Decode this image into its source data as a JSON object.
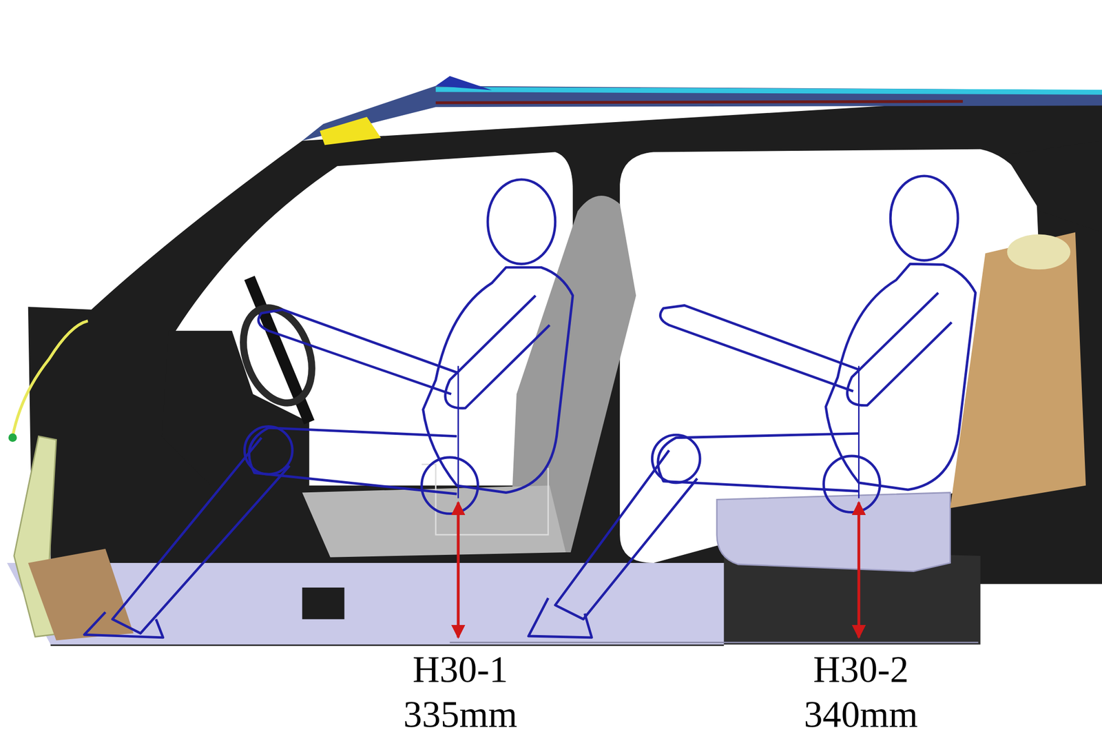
{
  "diagram": {
    "labels": [
      "H30-1",
      "335mm",
      "H30-2",
      "340mm"
    ]
  }
}
